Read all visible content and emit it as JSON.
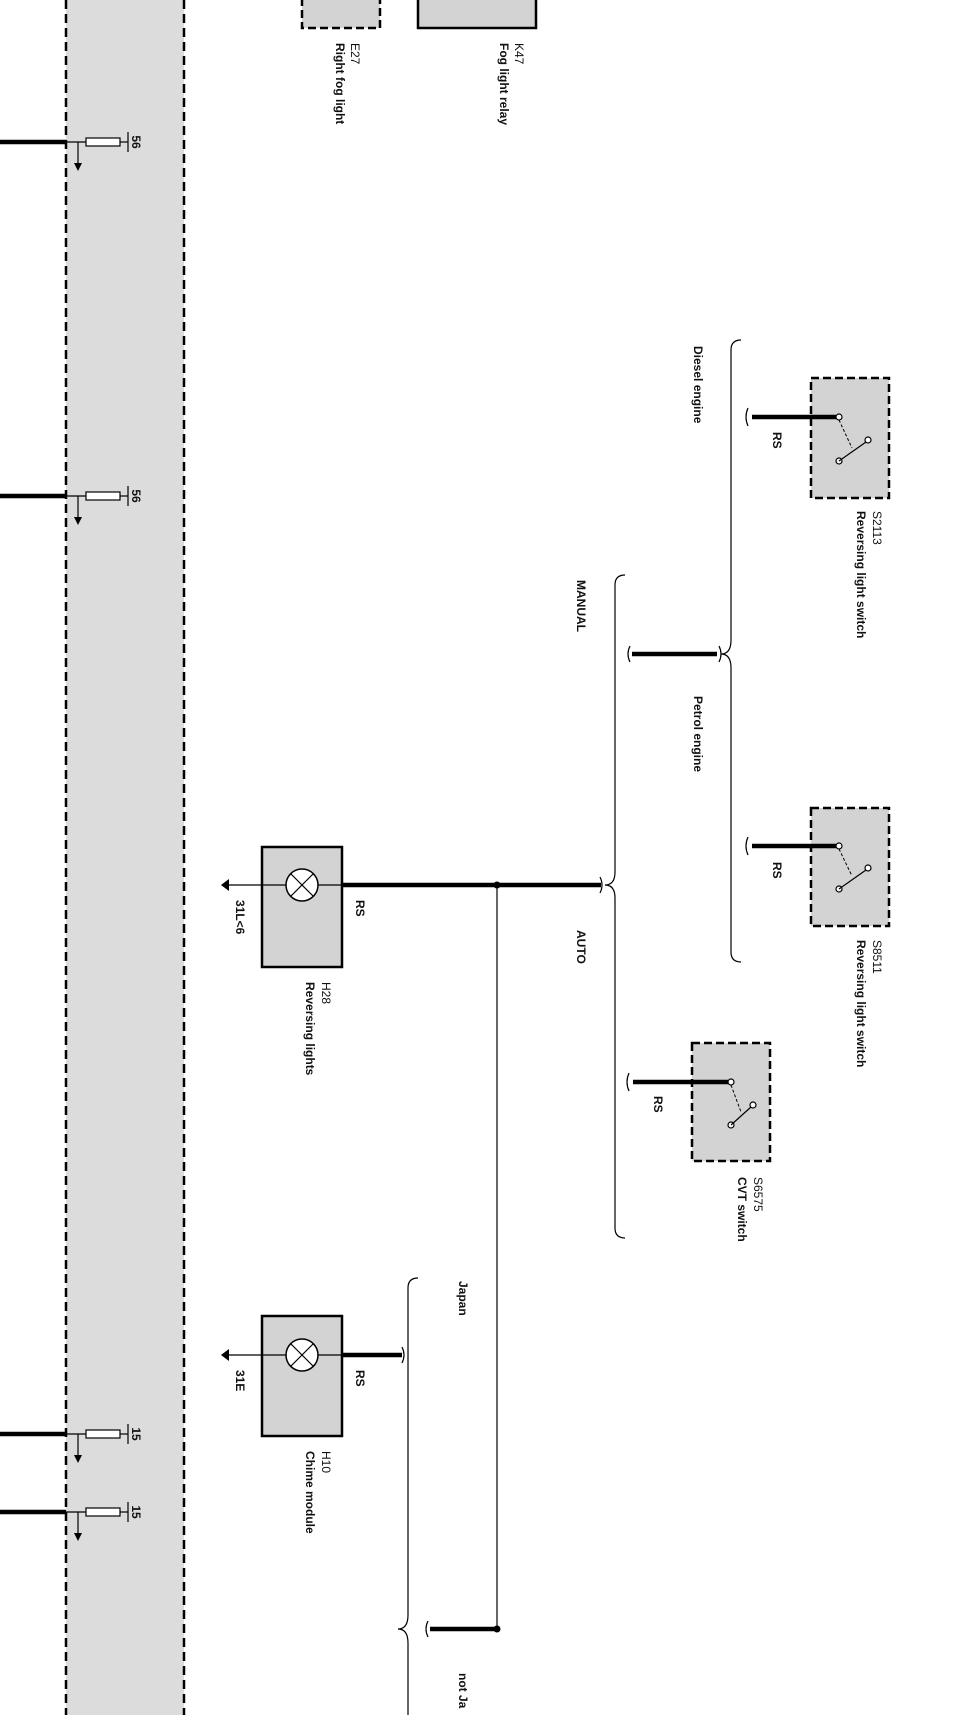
{
  "components": {
    "e27": {
      "code": "E27",
      "name": "Right fog light"
    },
    "k47": {
      "code": "K47",
      "name": "Fog light relay"
    },
    "s2113": {
      "code": "S2113",
      "name": "Reversing light switch",
      "wire": "RS"
    },
    "s8511": {
      "code": "S8511",
      "name": "Reversing light switch",
      "wire": "RS"
    },
    "s6575": {
      "code": "S6575",
      "name": "CVT switch",
      "wire": "RS"
    },
    "h28": {
      "code": "H28",
      "name": "Reversing lights",
      "wire": "RS",
      "ground": "31L<6"
    },
    "h10": {
      "code": "H10",
      "name": "Chime module",
      "wire": "RS",
      "ground": "31E"
    }
  },
  "variants": {
    "diesel": "Diesel engine",
    "petrol": "Petrol engine",
    "manual": "MANUAL",
    "auto": "AUTO",
    "japan": "Japan",
    "not_japan": "not Ja"
  },
  "fuses": {
    "f1": "56",
    "f2": "56",
    "f3": "15",
    "f4": "15"
  },
  "colors": {
    "module_fill": "#dcdcdc",
    "component_fill": "#d3d3d3",
    "wire": "#000000",
    "background": "#ffffff"
  }
}
